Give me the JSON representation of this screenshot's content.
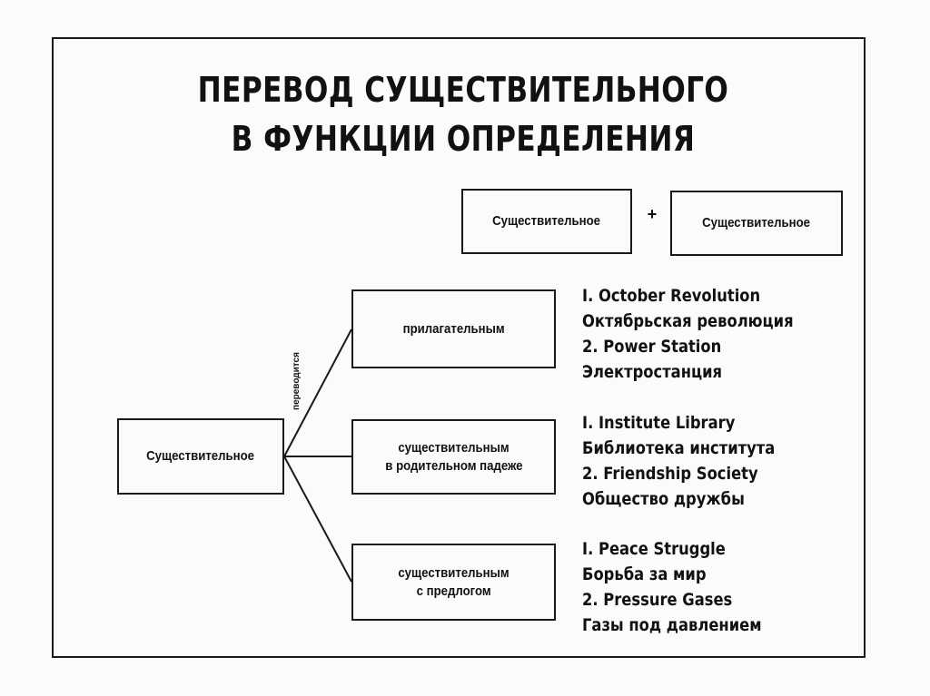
{
  "title": {
    "line1": "ПЕРЕВОД СУЩЕСТВИТЕЛЬНОГО",
    "line2": "В ФУНКЦИИ ОПРЕДЕЛЕНИЯ"
  },
  "formula": {
    "left": "Существительное",
    "plus": "+",
    "right": "Существительное"
  },
  "source": "Существительное",
  "connector_label": "переводится",
  "targets": [
    {
      "line1": "прилагательным",
      "line2": "",
      "examples": [
        "I. October Revolution",
        "Октябрьская революция",
        "2. Power Station",
        "Электростанция"
      ]
    },
    {
      "line1": "существительным",
      "line2": "в родительном падеже",
      "examples": [
        "I. Institute Library",
        "Библиотека института",
        "2. Friendship Society",
        "Общество дружбы"
      ]
    },
    {
      "line1": "существительным",
      "line2": "с предлогом",
      "examples": [
        "I. Peace Struggle",
        "Борьба за мир",
        "2. Pressure Gases",
        "Газы под давлением"
      ]
    }
  ]
}
